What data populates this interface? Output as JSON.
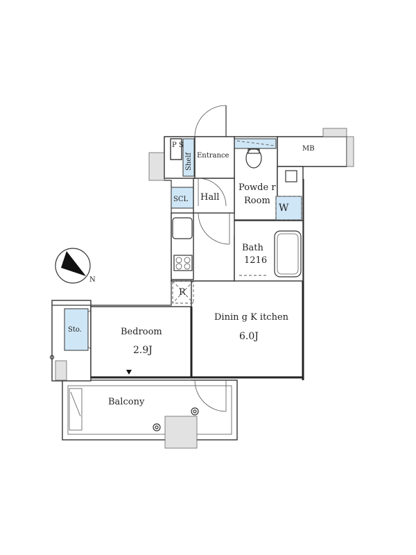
{
  "plan": {
    "rooms": {
      "entrance": "Entrance",
      "shelf": "Shelf",
      "ps": "P S",
      "hall": "Hall",
      "scl": "SCL",
      "powder_room_line1": "Powde r",
      "powder_room_line2": "Room",
      "w": "W",
      "mb": "MB",
      "bath_line1": "Bath",
      "bath_line2": "1216",
      "r": "R",
      "dining_kitchen": "Dinin g K itchen",
      "dining_kitchen_size": "6.0J",
      "bedroom": "Bedroom",
      "bedroom_size": "2.9J",
      "storage": "Sto.",
      "balcony": "Balcony"
    },
    "compass": {
      "label": "N"
    }
  }
}
